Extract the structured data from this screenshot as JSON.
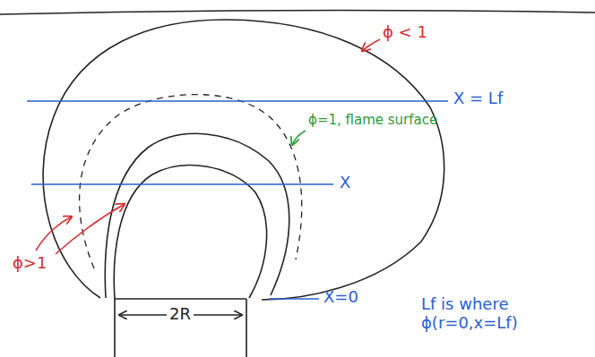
{
  "diagram": {
    "labels": [
      "ϕ < 1",
      "X = Lf",
      "ϕ=1, flame surface",
      "X",
      "Lf is where ϕ(r=0,x=Lf)",
      "ϕ>1",
      "2R",
      "X=0"
    ]
  }
}
